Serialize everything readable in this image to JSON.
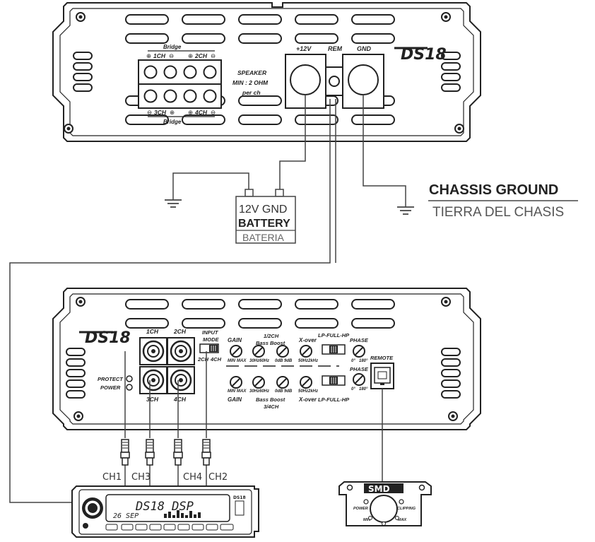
{
  "top_amp": {
    "bridge_top": "Bridge",
    "bridge_bottom": "Bridge",
    "ch1": "1CH",
    "ch2": "2CH",
    "ch3": "3CH",
    "ch4": "4CH",
    "speaker_line1": "SPEAKER",
    "speaker_line2": "MIN : 2 OHM",
    "speaker_line3": "per ch",
    "pos12v": "+12V",
    "rem": "REM",
    "gnd": "GND",
    "logo": "DS18"
  },
  "battery": {
    "label_top": "12V  GND",
    "label_main": "BATTERY",
    "label_sub": "BATERIA"
  },
  "chassis": {
    "title": "CHASSIS GROUND",
    "subtitle": "TIERRA DEL CHASIS"
  },
  "bottom_amp": {
    "logo": "DS18",
    "ch1": "1CH",
    "ch2": "2CH",
    "ch3": "3CH",
    "ch4": "4CH",
    "input_mode_1": "INPUT",
    "input_mode_2": "MODE",
    "mode_2ch": "2CH",
    "mode_4ch": "4CH",
    "protect": "PROTECT",
    "power": "POWER",
    "gain": "GAIN",
    "gain_bottom": "GAIN",
    "min": "MIN",
    "max": "MAX",
    "bass_boost_top1": "1/2CH",
    "bass_boost_top2": "Bass Boost",
    "bass_boost_bot1": "Bass Boost",
    "bass_boost_bot2": "3/4CH",
    "hz30": "30Hz",
    "hz60": "60Hz",
    "db0": "0dB",
    "db9": "9dB",
    "xover": "X-over",
    "xover_bottom": "X-over",
    "hz50": "50Hz",
    "khz2": "2kHz",
    "lpfullhp": "LP-FULL-HP",
    "lpfullhp_bottom": "LP-FULL-HP",
    "phase": "PHASE",
    "phase_bottom": "PHASE",
    "deg0": "0°",
    "deg180": "180°",
    "remote": "REMOTE"
  },
  "rca": {
    "ch1": "CH1",
    "ch3": "CH3",
    "ch4": "CH4",
    "ch2": "CH2"
  },
  "head_unit": {
    "display_main": "DS18 DSP",
    "display_date": "26 SEP",
    "logo": "DS18"
  },
  "remote": {
    "logo": "SMD",
    "power": "POWER",
    "clipping": "CLIPPING",
    "min": "MIN",
    "max": "MAX"
  }
}
